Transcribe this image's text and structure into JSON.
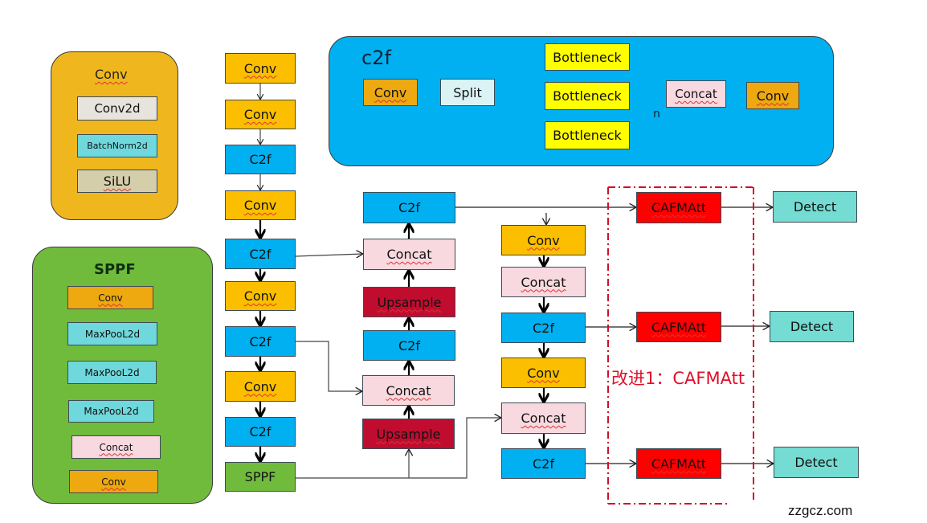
{
  "colors": {
    "conv": "#fbbf00",
    "c2f": "#00b0f0",
    "concat": "#f8d9e0",
    "upsample": "#c00d2f",
    "sppf": "#70bb3c",
    "cafmatt": "#fe0000",
    "detect": "#74dcd2",
    "bottleneck": "#ffff00",
    "highlight": "#e0102a"
  },
  "conv_panel": {
    "title": "Conv",
    "layers": [
      "Conv2d",
      "BatchNorm2d",
      "SiLU"
    ]
  },
  "sppf_panel": {
    "title": "SPPF",
    "layers": [
      "Conv",
      "MaxPooL2d",
      "MaxPooL2d",
      "MaxPooL2d",
      "Concat",
      "Conv"
    ]
  },
  "c2f_panel": {
    "title": "c2f",
    "conv_in": "Conv",
    "split": "Split",
    "bottlenecks": [
      "Bottleneck",
      "Bottleneck",
      "Bottleneck"
    ],
    "repeat_label": "n",
    "concat": "Concat",
    "conv_out": "Conv"
  },
  "backbone": [
    "Conv",
    "Conv",
    "C2f",
    "Conv",
    "C2f",
    "Conv",
    "C2f",
    "Conv",
    "C2f",
    "SPPF"
  ],
  "neck_up": [
    "C2f",
    "Concat",
    "Upsample",
    "C2f",
    "Concat",
    "Upsample"
  ],
  "neck_down": [
    "Conv",
    "Concat",
    "C2f",
    "Conv",
    "Concat",
    "C2f"
  ],
  "attention": [
    "CAFMAtt",
    "CAFMAtt",
    "CAFMAtt"
  ],
  "heads": [
    "Detect",
    "Detect",
    "Detect"
  ],
  "improvement_label": "改进1：CAFMAtt",
  "watermark": "zzgcz.com"
}
